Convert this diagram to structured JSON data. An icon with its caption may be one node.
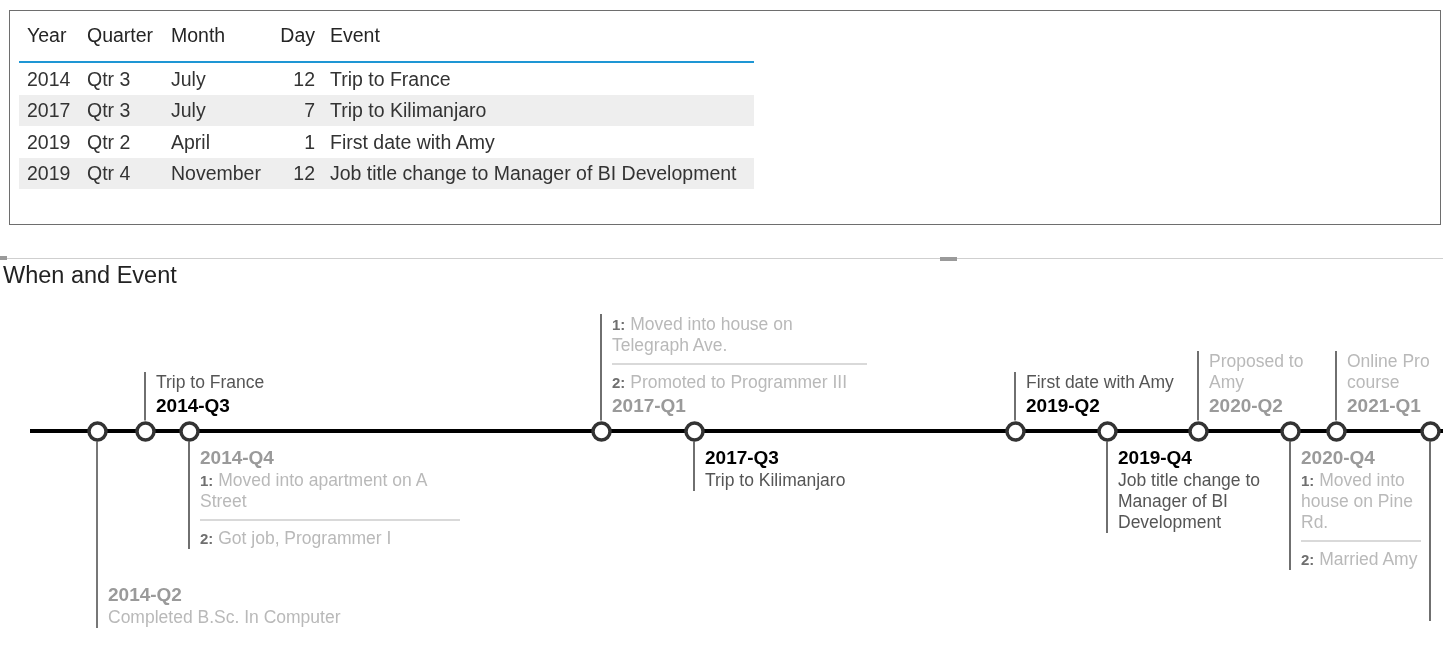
{
  "diagram": {
    "title": "When and Event",
    "nodes": [
      {
        "text": [
          "2014-Q2",
          "Completed B.Sc. In Computer"
        ]
      },
      {
        "text": [],
        "shape": "circle"
      },
      {
        "text": [
          "Trip to France",
          "2014-Q3"
        ]
      },
      {
        "text": [],
        "shape": "circle"
      },
      {
        "text": [
          "2014-Q4",
          "**1:** Moved into apartment on A Street",
          "**2:** Got job, Programmer I"
        ]
      },
      {
        "text": [],
        "shape": "circle"
      },
      {
        "text": [
          "**1:** Moved into house on Telegraph Ave.",
          "**2:** Promoted to Programmer III",
          "2017-Q1"
        ]
      },
      {
        "text": [],
        "shape": "circle"
      },
      {
        "text": [
          "2017-Q3",
          "Trip to Kilimanjaro"
        ]
      },
      {
        "text": [],
        "shape": "circle"
      },
      {
        "text": [
          "First date with Amy",
          "2019-Q2"
        ]
      },
      {
        "text": [],
        "shape": "circle"
      },
      {
        "text": [
          "2019-Q4",
          "Job title change to Manager of BI Development"
        ]
      },
      {
        "text": [],
        "shape": "circle"
      },
      {
        "text": [
          "Proposed to Amy",
          "2020-Q2"
        ]
      },
      {
        "text": [],
        "shape": "circle"
      },
      {
        "text": [
          "2020-Q4",
          "**1:** Moved into house on Pine Rd.",
          "**2:** Married Amy"
        ]
      },
      {
        "text": [],
        "shape": "circle"
      },
      {
        "text": [
          "Online Pro course",
          "2021-Q1"
        ]
      },
      {
        "text": [],
        "shape": "circle"
      },
      {
        "text": [],
        "shape": "circle"
      }
    ],
    "edges": [
      {
        "from": 0,
        "to": 1,
        "arrow": "none",
        "color": "#777777"
      },
      {
        "from": 2,
        "to": 3,
        "arrow": "none"
      },
      {
        "from": 4,
        "to": 5,
        "arrow": "none"
      },
      {
        "from": 6,
        "to": 7,
        "arrow": "none"
      },
      {
        "from": 8,
        "to": 9,
        "arrow": "none"
      },
      {
        "from": 10,
        "to": 11,
        "arrow": "none"
      },
      {
        "from": 12,
        "to": 13,
        "arrow": "none"
      },
      {
        "from": 14,
        "to": 15,
        "arrow": "none"
      },
      {
        "from": 16,
        "to": 17,
        "arrow": "none"
      },
      {
        "from": 18,
        "to": 19,
        "arrow": "none"
      },
      {
        "from": null,
        "to": 20,
        "arrow": "none"
      }
    ],
    "labels": [
      "Year",
      "Quarter",
      "Month",
      "Day",
      "Event",
      "2014",
      "Qtr 3",
      "July",
      "12",
      "Trip to France",
      "2017",
      "Qtr 3",
      "July",
      "7",
      "Trip to Kilimanjaro",
      "2019",
      "Qtr 2",
      "April",
      "1",
      "First date with Amy",
      "2019",
      "Qtr 4",
      "November",
      "12",
      "Job title change to Manager of BI Development"
    ]
  }
}
